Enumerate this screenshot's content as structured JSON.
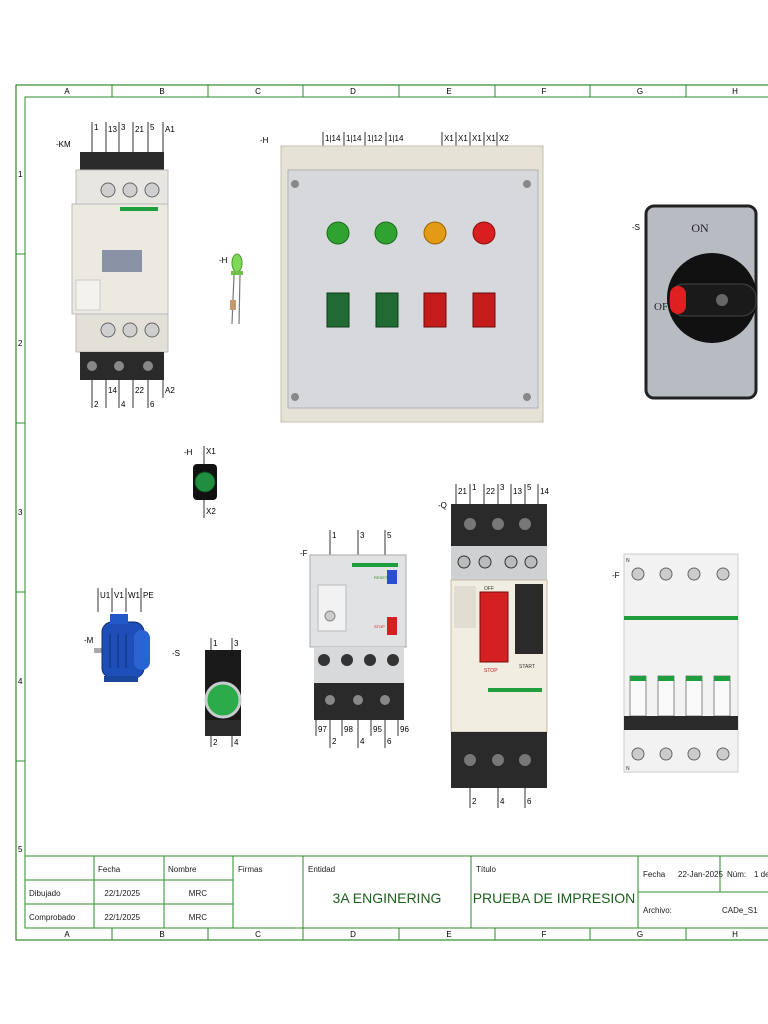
{
  "columns": [
    "A",
    "B",
    "C",
    "D",
    "E",
    "F",
    "G",
    "H"
  ],
  "rows": [
    "1",
    "2",
    "3",
    "4",
    "5"
  ],
  "components": {
    "km": {
      "tag": "-KM",
      "top_terminals": [
        "1",
        "13",
        "3",
        "21",
        "5",
        "A1"
      ],
      "bottom_terminals": [
        "2",
        "14",
        "4",
        "22",
        "6",
        "A2"
      ]
    },
    "h_led": {
      "tag": "-H"
    },
    "h_panel": {
      "tag": "-H",
      "terminals": [
        "1|14",
        "1|14",
        "1|12",
        "1|14",
        "X1",
        "X1",
        "X1",
        "X1",
        "X2"
      ]
    },
    "s_selector": {
      "tag": "-S",
      "on_label": "ON",
      "off_label": "OFF"
    },
    "h_pilot": {
      "tag": "-H",
      "top": "X1",
      "bottom": "X2"
    },
    "m_motor": {
      "tag": "-M",
      "terminals": [
        "U1",
        "V1",
        "W1",
        "PE"
      ]
    },
    "s_button": {
      "tag": "-S",
      "top": [
        "1",
        "3"
      ],
      "bottom": [
        "2",
        "4"
      ]
    },
    "f_relay": {
      "tag": "-F",
      "top": [
        "1",
        "3",
        "5"
      ],
      "bottom": [
        "97",
        "2",
        "98",
        "4",
        "95",
        "6",
        "96"
      ],
      "reset_label": "RESET",
      "stop_label": "STOP"
    },
    "q_breaker": {
      "tag": "-Q",
      "top": [
        "21",
        "1",
        "22",
        "3",
        "13",
        "5",
        "14"
      ],
      "bottom": [
        "2",
        "4",
        "6"
      ],
      "off_label": "OFF",
      "stop_label": "STOP",
      "start_label": "START"
    },
    "f_mcb": {
      "tag": "-F",
      "top_mark": "N",
      "bottom_mark": "N"
    }
  },
  "title_block": {
    "col_fecha": "Fecha",
    "col_nombre": "Nombre",
    "col_firmas": "Firmas",
    "col_entidad": "Entidad",
    "col_titulo": "Título",
    "dibujado_label": "Dibujado",
    "dibujado_fecha": "22/1/2025",
    "dibujado_nombre": "MRC",
    "comprobado_label": "Comprobado",
    "comprobado_fecha": "22/1/2025",
    "comprobado_nombre": "MRC",
    "entidad_value": "3A ENGINERING",
    "titulo_value": "PRUEBA DE IMPRESION",
    "fecha_label": "Fecha",
    "fecha_value": "22-Jan-2025",
    "num_label": "Núm:",
    "num_value": "1 de",
    "archivo_label": "Archivo:",
    "archivo_value": "CADe_S1"
  }
}
